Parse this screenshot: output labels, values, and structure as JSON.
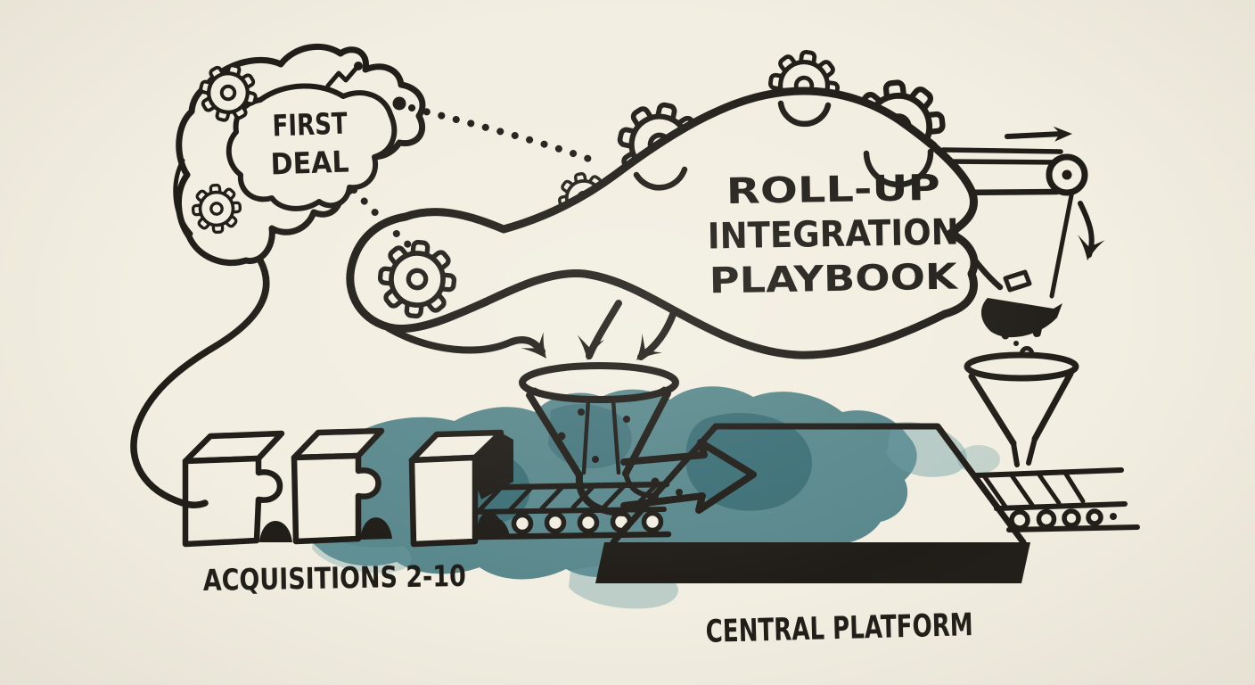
{
  "palette": {
    "paper": "#f2eee1",
    "ink": "#201d18",
    "teal": "#2e6b73",
    "teal_dark": "#19515c",
    "teal_light": "#6d9ea4"
  },
  "labels": {
    "first_deal_line1": "FIRST",
    "first_deal_line2": "DEAL",
    "playbook_line1": "ROLL-UP",
    "playbook_line2": "INTEGRATION",
    "playbook_line3": "PLAYBOOK",
    "acquisitions": "ACQUISITIONS 2-10",
    "central_platform": "CENTRAL PLATFORM"
  },
  "icons": {
    "gear": "gear-icon",
    "trend_arrow": "trend-arrow-icon",
    "dotted_connector": "dotted-line-connector",
    "funnel": "funnel-icon",
    "conveyor": "conveyor-belt-icon",
    "puzzle_cube": "puzzle-cube-icon",
    "bucket": "crane-bucket-icon",
    "flow_arrow": "flow-arrow-icon",
    "platform": "central-platform-slab",
    "watercolor": "teal-watercolor-wash"
  }
}
